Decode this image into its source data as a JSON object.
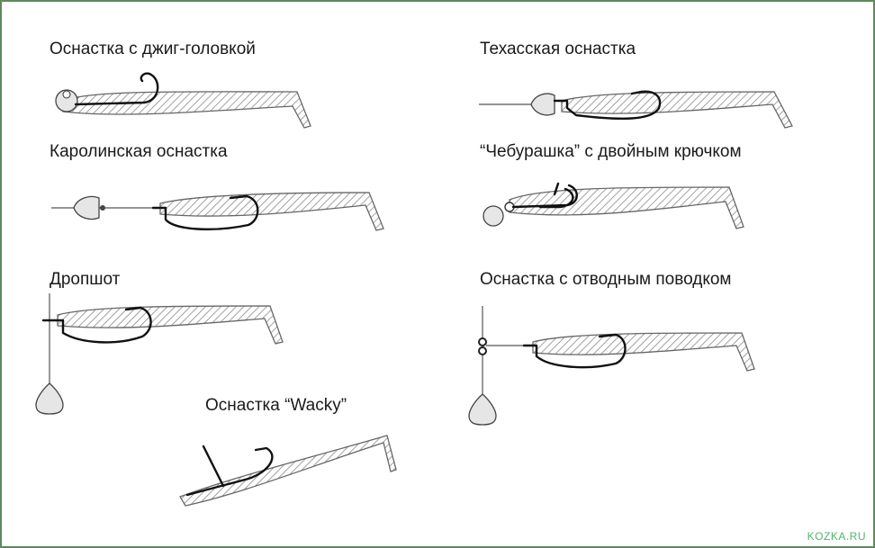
{
  "rigs": {
    "jig_head": "Оснастка с джиг-головкой",
    "texas": "Техасская оснастка",
    "carolina": "Каролинская оснастка",
    "cheburashka": "“Чебурашка” с двойным крючком",
    "dropshot": "Дропшот",
    "side_leader": "Оснастка с отводным поводком",
    "wacky": "Оснастка “Wacky”"
  },
  "watermark": "KOZKA.RU",
  "colors": {
    "frame": "#5c8a5c",
    "watermark": "#4fb56a",
    "hook": "#111111"
  }
}
